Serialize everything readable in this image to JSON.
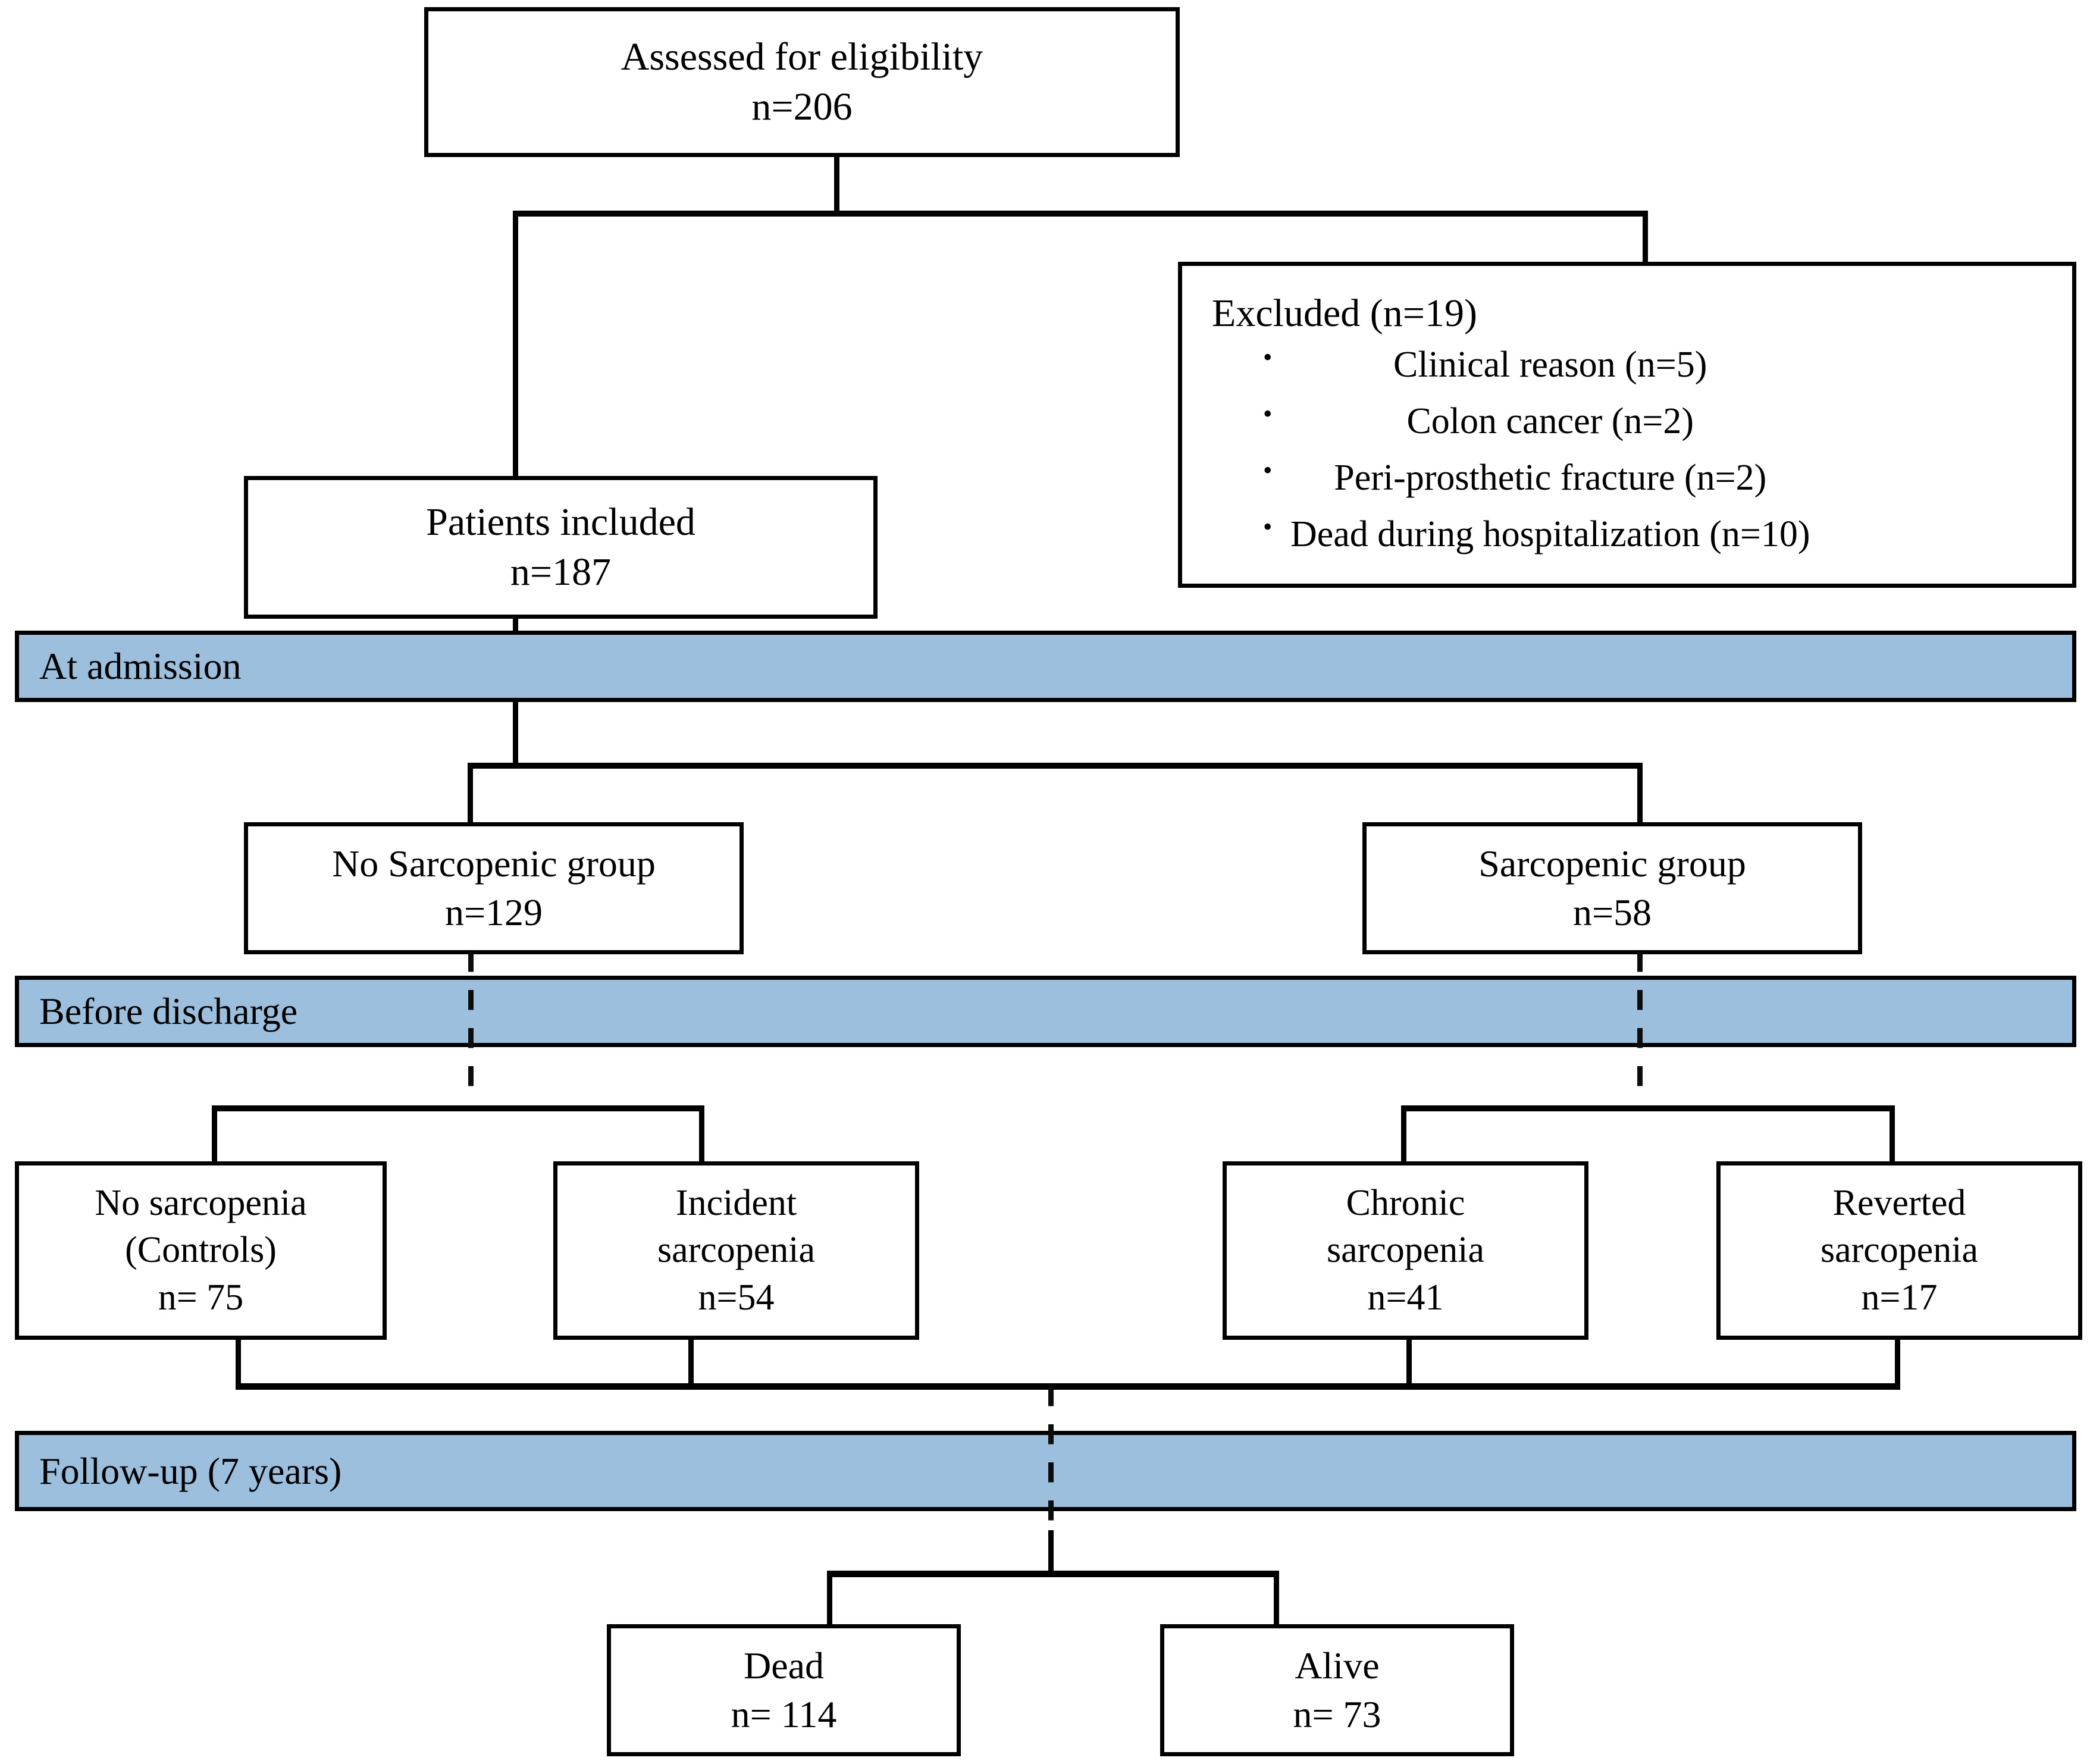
{
  "diagram": {
    "type": "flowchart",
    "title": "Study participant flow diagram",
    "accent_color": "#9bbfdc",
    "line_color": "#000000",
    "dashed_line_color": "#16557d"
  },
  "nodes": {
    "assessed": {
      "label": "Assessed for eligibility",
      "n": "n=206"
    },
    "excluded": {
      "title": "Excluded (n=19)",
      "items": [
        "Clinical reason (n=5)",
        "Colon cancer (n=2)",
        "Peri-prosthetic fracture (n=2)",
        "Dead during hospitalization (n=10)"
      ]
    },
    "included": {
      "label": "Patients included",
      "n": "n=187"
    },
    "no_sarcopenic_group": {
      "label": "No Sarcopenic group",
      "n": "n=129"
    },
    "sarcopenic_group": {
      "label": "Sarcopenic group",
      "n": "n=58"
    },
    "no_sarcopenia": {
      "line1": "No sarcopenia",
      "line2": "(Controls)",
      "n": "n= 75"
    },
    "incident_sarcopenia": {
      "line1": "Incident",
      "line2": "sarcopenia",
      "n": "n=54"
    },
    "chronic_sarcopenia": {
      "line1": "Chronic",
      "line2": "sarcopenia",
      "n": "n=41"
    },
    "reverted_sarcopenia": {
      "line1": "Reverted",
      "line2": "sarcopenia",
      "n": "n=17"
    },
    "dead": {
      "label": "Dead",
      "n": "n= 114"
    },
    "alive": {
      "label": "Alive",
      "n": "n= 73"
    }
  },
  "bands": {
    "admission": "At admission",
    "discharge": "Before discharge",
    "followup": "Follow-up (7 years)"
  }
}
